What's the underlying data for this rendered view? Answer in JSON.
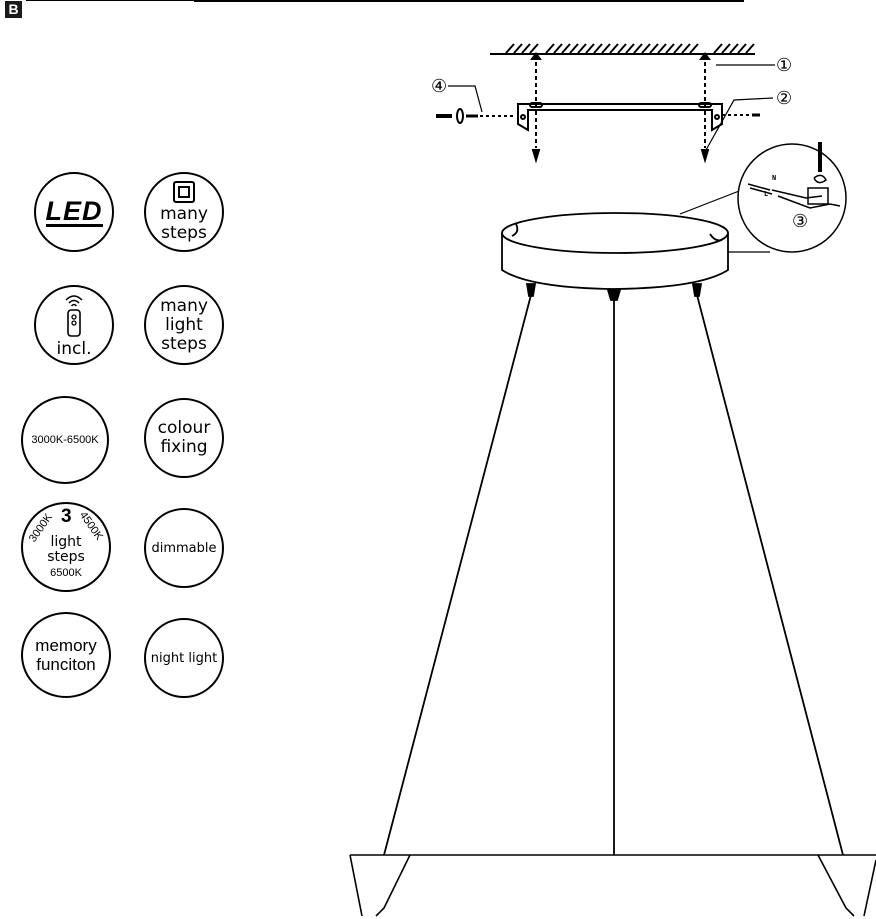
{
  "section_tag": "B",
  "badges": {
    "led": "LED",
    "many_steps": [
      "many",
      "steps"
    ],
    "remote_label": "incl.",
    "many_light_steps": [
      "many",
      "light",
      "steps"
    ],
    "kelvin_range": "3000K-6500K",
    "colour_fixing": [
      "colour",
      "fixing"
    ],
    "three_step": {
      "count": "3",
      "k_low": "3000K",
      "k_mid": "4500K",
      "k_high": "6500K",
      "label": [
        "light",
        "steps"
      ]
    },
    "dimmable": "dimmable",
    "memory": [
      "memory",
      "funciton"
    ],
    "night_light": "night light"
  },
  "callouts": {
    "c1": "①",
    "c2": "②",
    "c3": "③",
    "c4": "④"
  },
  "wiring_labels": {
    "n": "N",
    "l": "L"
  }
}
